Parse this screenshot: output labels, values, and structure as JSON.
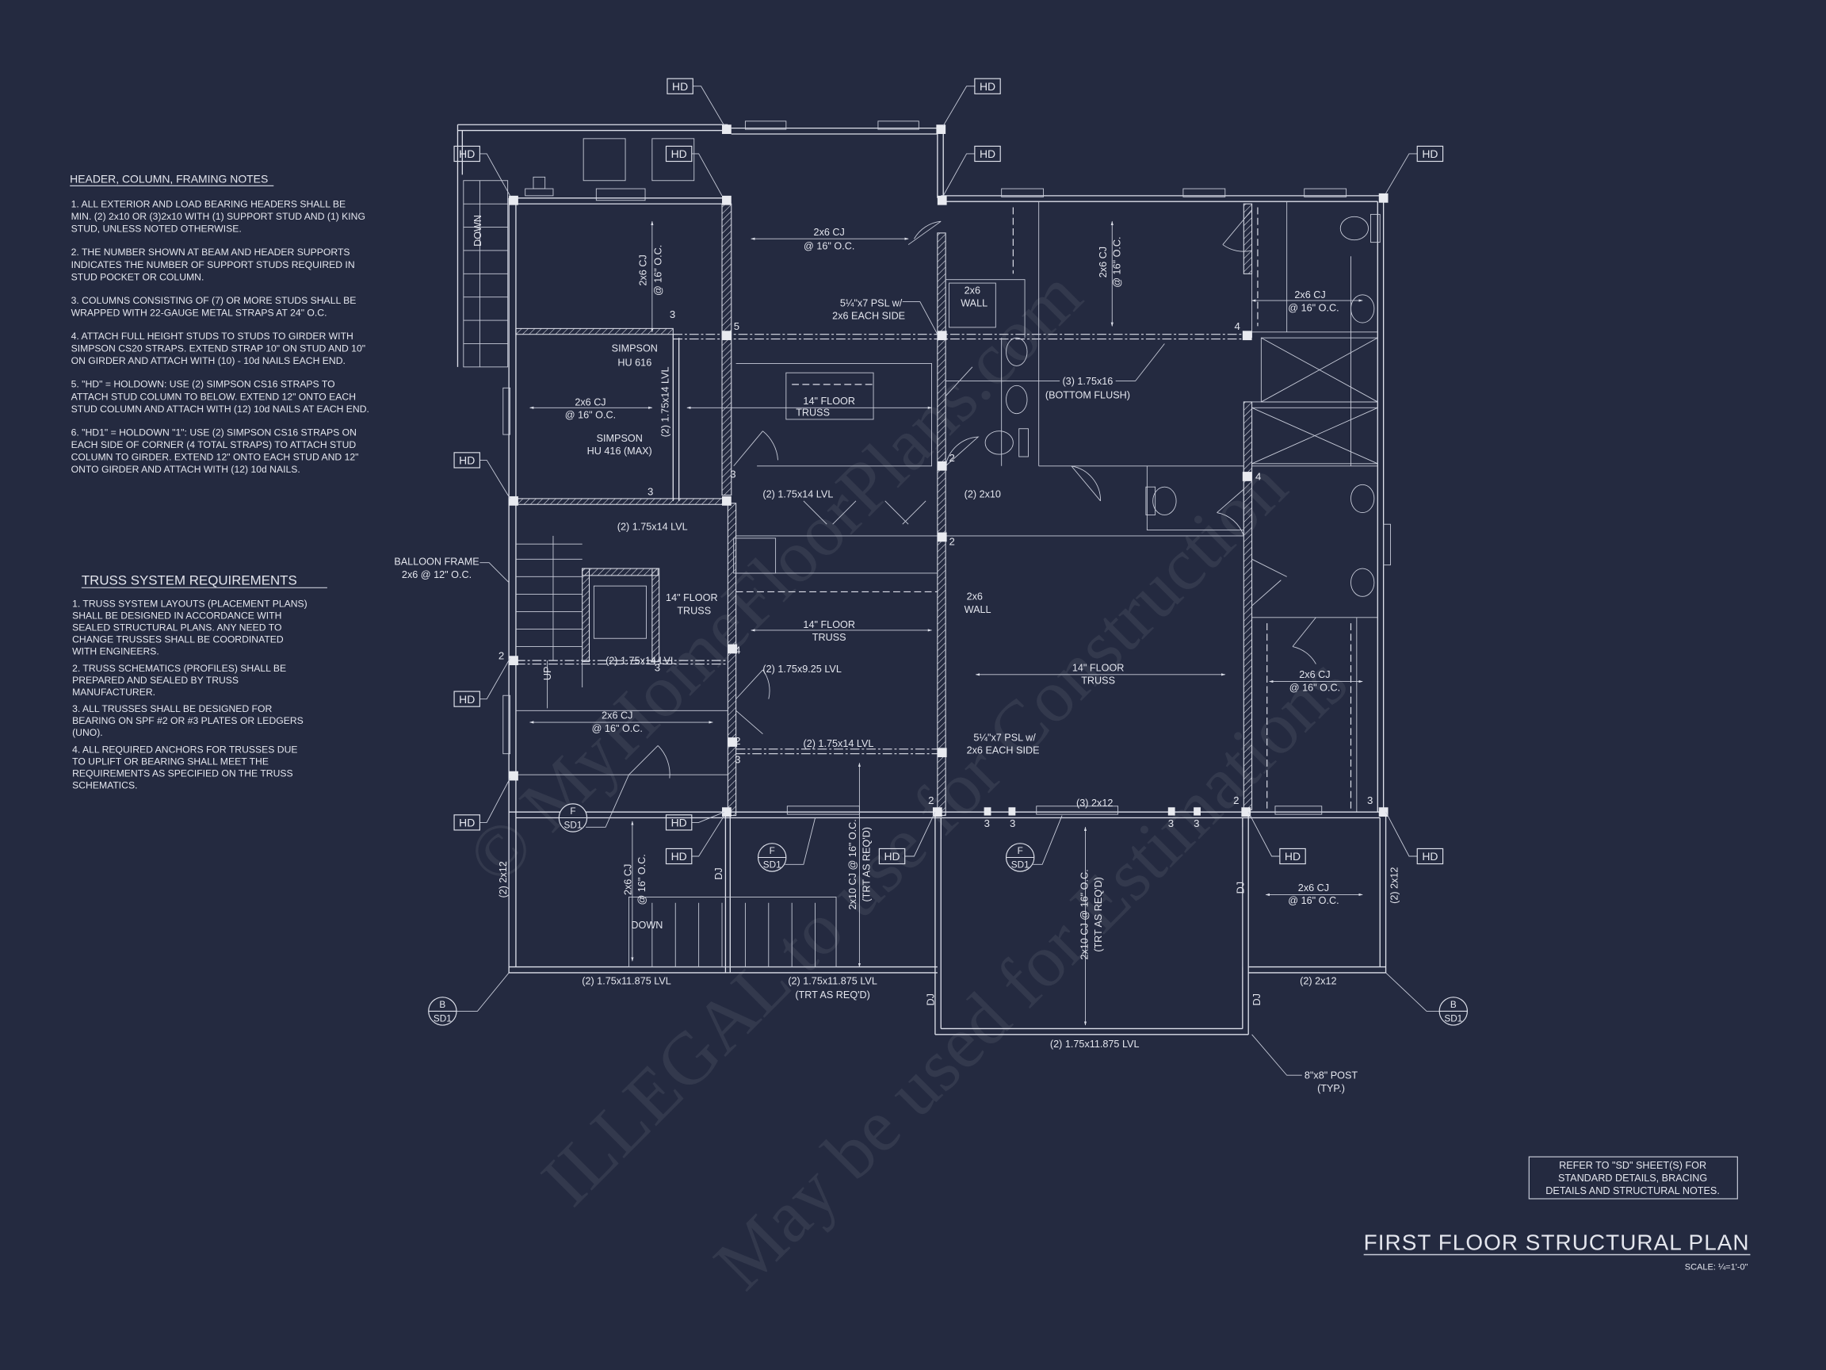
{
  "notes": {
    "header": {
      "title": "HEADER, COLUMN, FRAMING NOTES",
      "items": [
        {
          "lines": [
            "1. ALL EXTERIOR AND LOAD BEARING HEADERS SHALL BE",
            "MIN. (2) 2x10 OR (3)2x10 WITH (1) SUPPORT STUD AND (1) KING",
            "STUD, UNLESS NOTED OTHERWISE."
          ]
        },
        {
          "lines": [
            "2. THE NUMBER SHOWN AT BEAM AND HEADER SUPPORTS",
            "INDICATES THE NUMBER OF SUPPORT STUDS REQUIRED IN",
            "STUD POCKET OR COLUMN."
          ]
        },
        {
          "lines": [
            "3. COLUMNS CONSISTING OF (7) OR MORE STUDS SHALL BE",
            "WRAPPED WITH 22-GAUGE METAL STRAPS AT 24\" O.C."
          ]
        },
        {
          "lines": [
            "4. ATTACH FULL HEIGHT STUDS TO STUDS TO GIRDER WITH",
            "SIMPSON CS20 STRAPS. EXTEND STRAP 10\" ON STUD AND 10\"",
            "ON GIRDER AND ATTACH WITH (10) - 10d NAILS EACH END."
          ]
        },
        {
          "lines": [
            "5. \"HD\" = HOLDOWN: USE (2) SIMPSON CS16 STRAPS TO",
            "ATTACH STUD COLUMN TO BELOW. EXTEND 12\" ONTO EACH",
            "STUD COLUMN AND ATTACH WITH (12) 10d NAILS AT EACH END."
          ]
        },
        {
          "lines": [
            "6. \"HD1\" = HOLDOWN \"1\": USE (2) SIMPSON CS16 STRAPS ON",
            "EACH SIDE OF CORNER (4 TOTAL STRAPS) TO ATTACH STUD",
            "COLUMN TO GIRDER. EXTEND 12\" ONTO EACH STUD AND 12\"",
            "ONTO GIRDER AND ATTACH WITH (12) 10d NAILS."
          ]
        }
      ]
    },
    "truss": {
      "title": "TRUSS SYSTEM REQUIREMENTS",
      "items": [
        {
          "lines": [
            "1. TRUSS SYSTEM LAYOUTS (PLACEMENT PLANS)",
            "SHALL BE DESIGNED IN ACCORDANCE WITH",
            "SEALED STRUCTURAL PLANS. ANY NEED TO",
            "CHANGE TRUSSES SHALL BE COORDINATED",
            "WITH  ENGINEERS."
          ]
        },
        {
          "lines": [
            "2. TRUSS SCHEMATICS (PROFILES) SHALL BE",
            "PREPARED AND SEALED BY TRUSS",
            "MANUFACTURER."
          ]
        },
        {
          "lines": [
            "3. ALL TRUSSES SHALL BE DESIGNED FOR",
            "BEARING ON SPF #2 OR #3 PLATES OR LEDGERS",
            "(UNO)."
          ]
        },
        {
          "lines": [
            "4. ALL REQUIRED ANCHORS FOR TRUSSES DUE",
            "TO UPLIFT OR BEARING SHALL MEET THE",
            "REQUIREMENTS AS SPECIFIED ON THE TRUSS",
            "SCHEMATICS."
          ]
        }
      ]
    }
  },
  "reference_note": [
    "REFER TO \"SD\"  SHEET(S) FOR",
    "STANDARD DETAILS, BRACING",
    "DETAILS AND STRUCTURAL NOTES."
  ],
  "title": "FIRST FLOOR STRUCTURAL PLAN",
  "scale": "SCALE: ¼=1'-0\"",
  "plan": {
    "hd_tag": "HD",
    "cj_2x6": "2x6 CJ",
    "oc16": "@ 16\" O.C.",
    "simpson": "SIMPSON",
    "hu616": "HU 616",
    "hu416": "HU 416 (MAX)",
    "lvl14": "(2) 1.75x14 LVL",
    "lvl925": "(2) 1.75x9.25 LVL",
    "lvl11875": "(2) 1.75x11.875 LVL",
    "trt": "(TRT AS REQ'D)",
    "floor14": "14\" FLOOR",
    "truss": "TRUSS",
    "balloon1": "BALLOON FRAME",
    "balloon2": "2x6 @ 12\" O.C.",
    "psl1": "5¼\"x7 PSL w/",
    "psl2": "2x6 EACH SIDE",
    "wall1": "2x6",
    "wall2": "WALL",
    "lvl16a": "(3) 1.75x16",
    "lvl16b": "(BOTTOM FLUSH)",
    "x2x10": "(2) 2x10",
    "x3x2x12": "(3) 2x12",
    "x2x12": "(2) 2x12",
    "cj2x10": "2x10 CJ @ 16\" O.C.",
    "down": "DOWN",
    "up": "UP",
    "dj": "DJ",
    "post1": "8\"x8\" POST",
    "post2": "(TYP.)",
    "sec_f": "F",
    "sec_b": "B",
    "sec_sd": "SD1",
    "n2": "2",
    "n3": "3",
    "n4": "4",
    "n5": "5"
  },
  "watermark": [
    "© MyHomeFloorPlans.com",
    "ILLEGAL to use for Construction",
    "May be used for Estimations"
  ]
}
